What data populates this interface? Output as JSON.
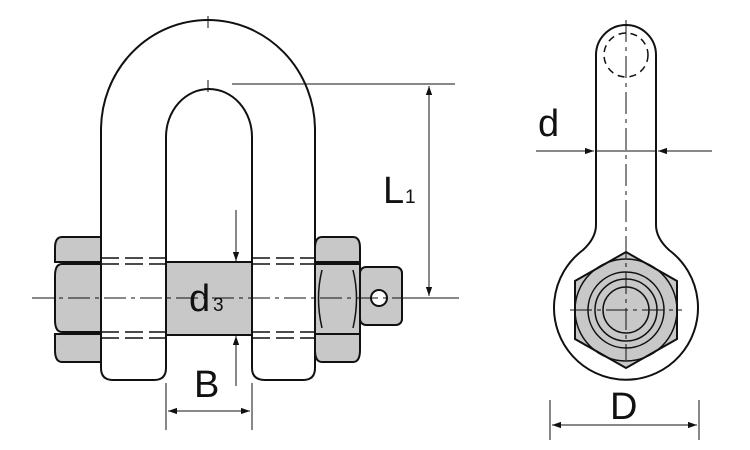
{
  "labels": {
    "L": "L",
    "L_sub": "1",
    "d": "d",
    "d3": "d",
    "d3_sub": "3",
    "B": "B",
    "D": "D"
  },
  "colors": {
    "line": "#111111",
    "metal_fill": "#ffffff",
    "nut_fill": "#c8c8c8",
    "pin_fill": "#c8c8c8",
    "background": "#ffffff"
  }
}
